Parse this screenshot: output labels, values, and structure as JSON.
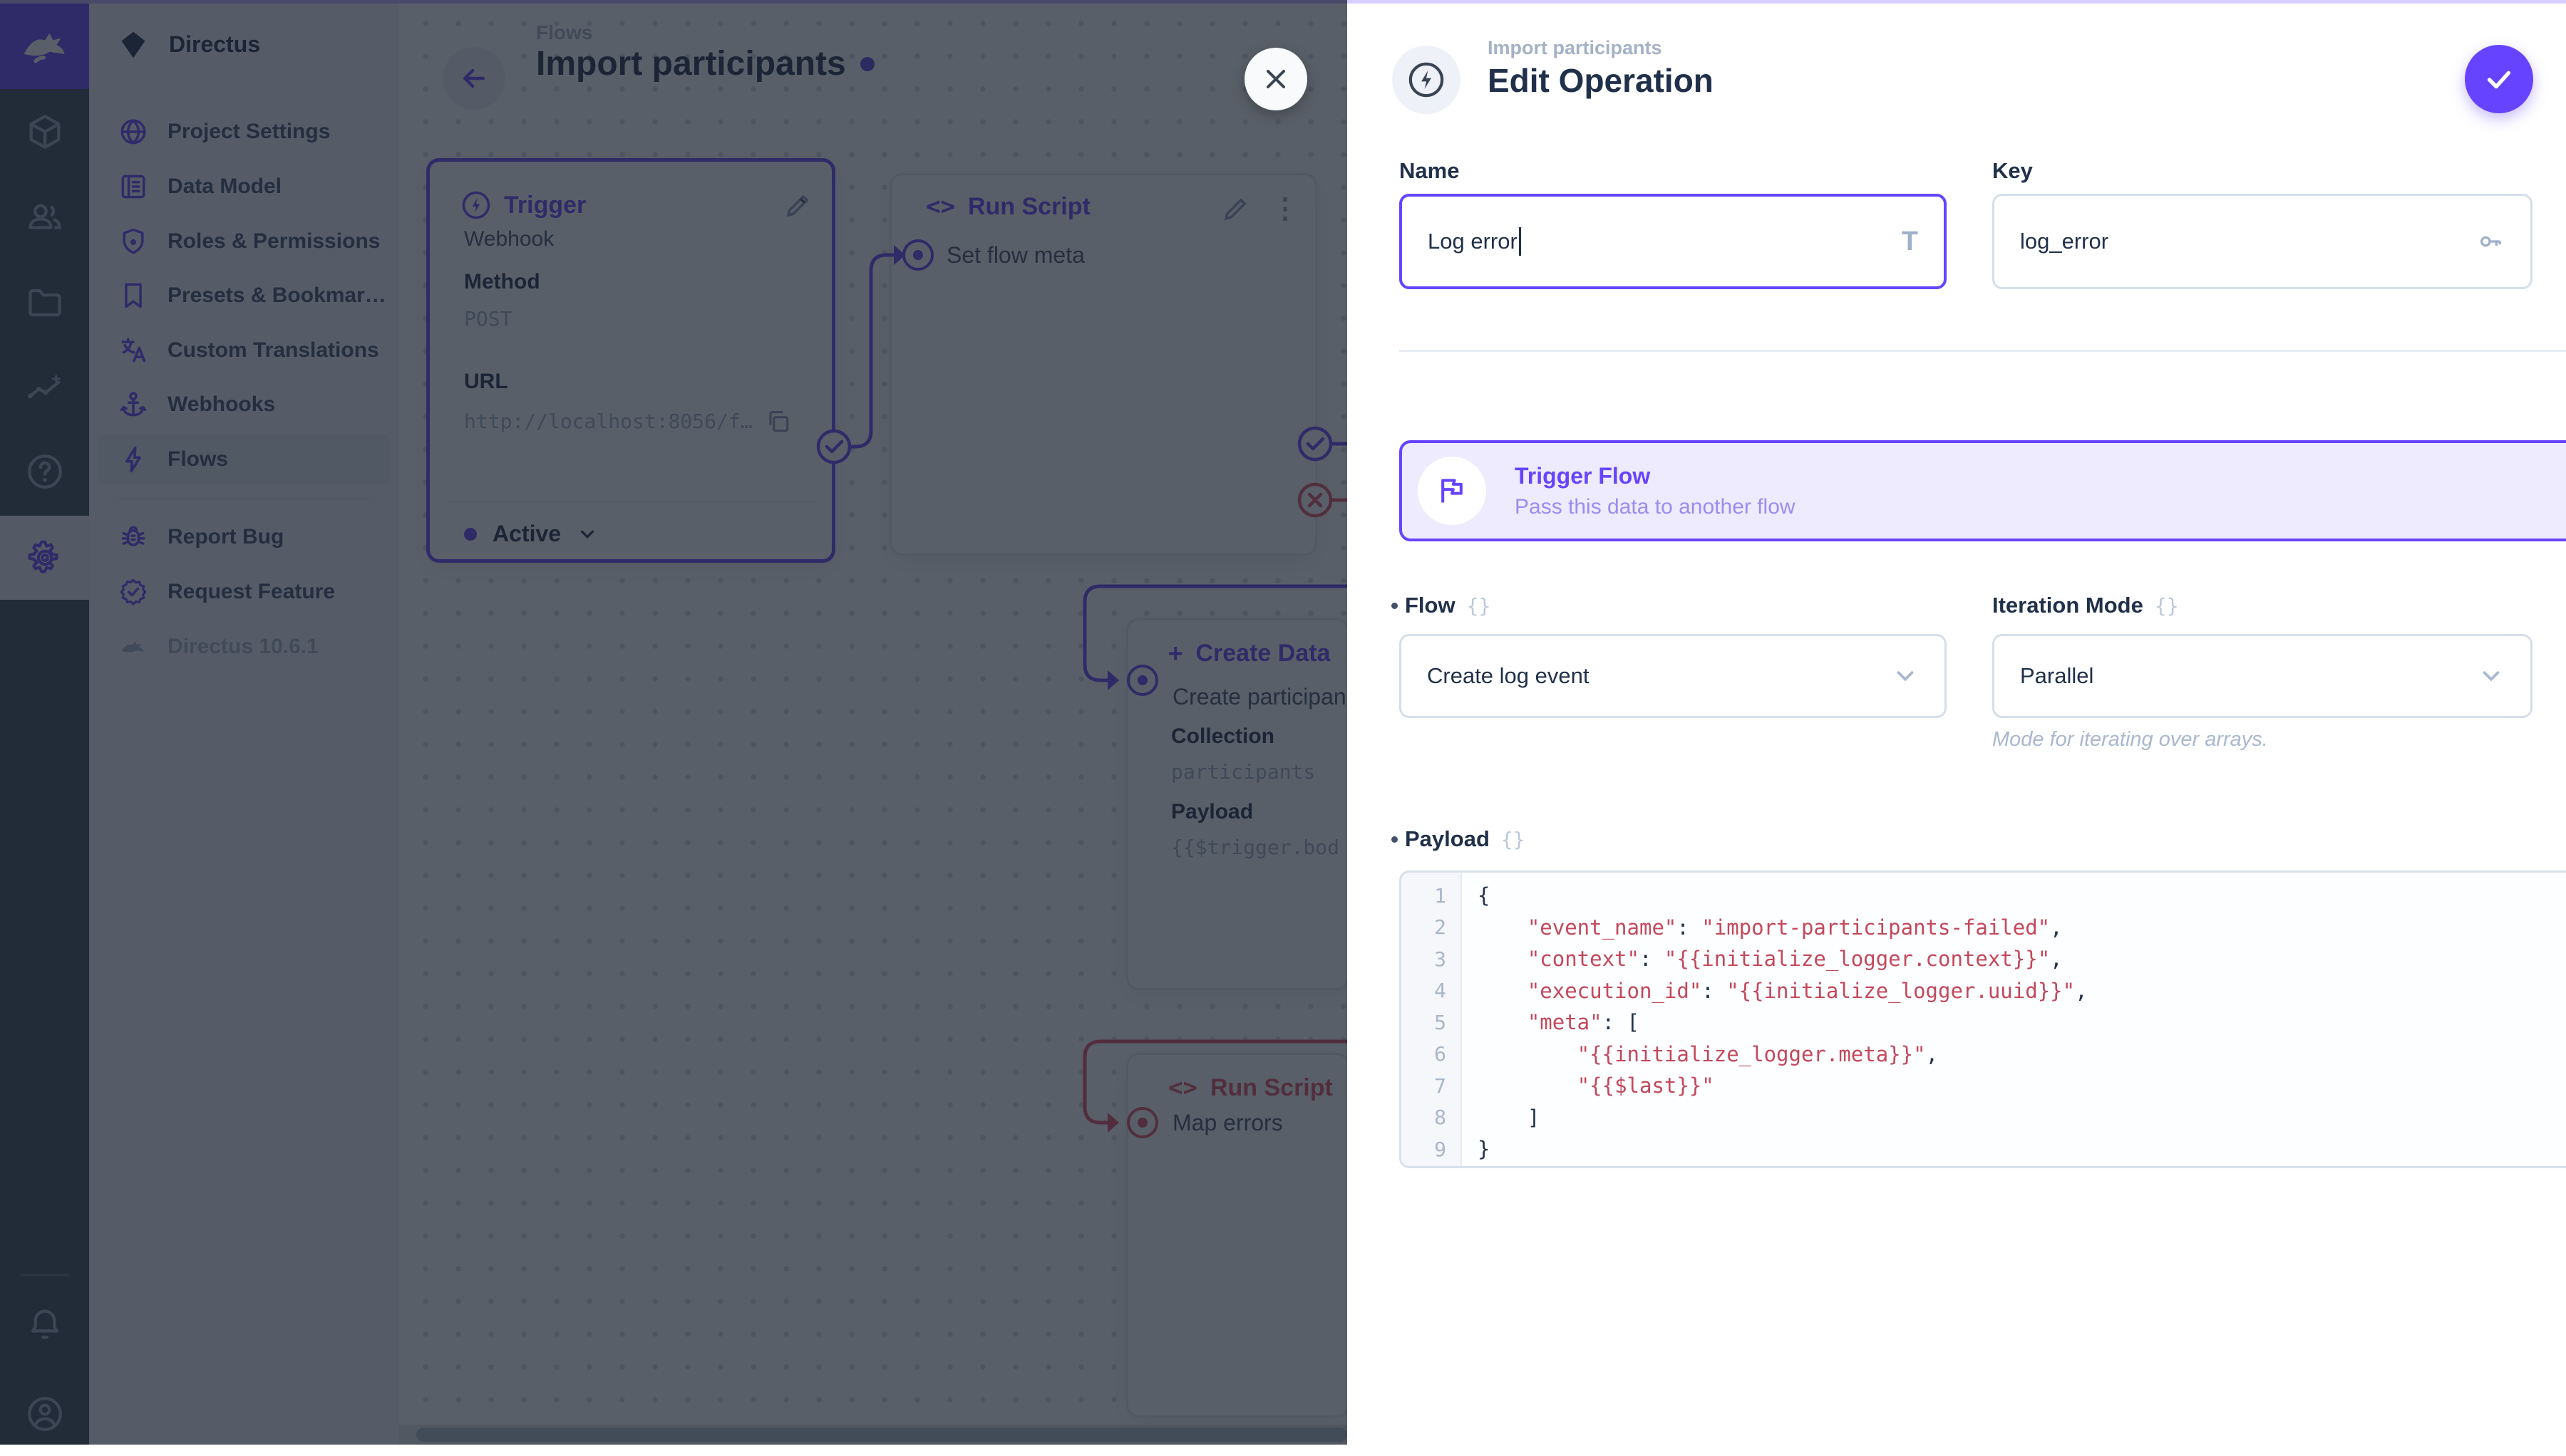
{
  "colors": {
    "accent": "#6644ff",
    "danger": "#e35169",
    "code_string_red": "#c4485c"
  },
  "module_bar": {
    "modules": [
      {
        "icon": "box-icon"
      },
      {
        "icon": "users-icon"
      },
      {
        "icon": "folder-icon"
      },
      {
        "icon": "insights-icon"
      },
      {
        "icon": "help-icon"
      },
      {
        "icon": "settings-gear-icon",
        "active": true
      }
    ],
    "bottom": [
      {
        "icon": "bell-icon"
      },
      {
        "icon": "user-avatar-icon"
      }
    ],
    "logo_icon": "directus-rabbit-icon"
  },
  "nav": {
    "project_name": "Directus",
    "project_icon": "diamond-icon",
    "items": [
      {
        "icon": "globe-icon",
        "label": "Project Settings"
      },
      {
        "icon": "data-model-icon",
        "label": "Data Model"
      },
      {
        "icon": "shield-icon",
        "label": "Roles & Permissions"
      },
      {
        "icon": "bookmark-icon",
        "label": "Presets & Bookmar…"
      },
      {
        "icon": "translate-icon",
        "label": "Custom Translations"
      },
      {
        "icon": "anchor-icon",
        "label": "Webhooks"
      },
      {
        "icon": "bolt-icon",
        "label": "Flows",
        "active": true
      }
    ],
    "secondary_items": [
      {
        "icon": "bug-icon",
        "label": "Report Bug"
      },
      {
        "icon": "seal-check-icon",
        "label": "Request Feature"
      }
    ],
    "version": "Directus 10.6.1"
  },
  "canvas": {
    "breadcrumb": "Flows",
    "title": "Import participants",
    "trigger_node": {
      "title": "Trigger",
      "type": "Webhook",
      "method_label": "Method",
      "method_value": "POST",
      "url_label": "URL",
      "url_value": "http://localhost:8056/f…",
      "status": "Active"
    },
    "run_script_node": {
      "title": "Run Script",
      "icon_glyph": "<>",
      "input_label": "Set flow meta"
    },
    "create_data_node": {
      "title": "Create Data",
      "icon_glyph": "+",
      "input_label": "Create participan",
      "collection_label": "Collection",
      "collection_value": "participants",
      "payload_label": "Payload",
      "payload_value": "{{$trigger.bod"
    },
    "run_script2_node": {
      "title": "Run Script",
      "icon_glyph": "<>",
      "input_label": "Map errors"
    }
  },
  "drawer": {
    "breadcrumb": "Import participants",
    "title": "Edit Operation",
    "name_field": {
      "label": "Name",
      "value": "Log error"
    },
    "key_field": {
      "label": "Key",
      "value": "log_error"
    },
    "banner": {
      "title": "Trigger Flow",
      "subtitle": "Pass this data to another flow"
    },
    "flow_field": {
      "label": "Flow",
      "value": "Create log event"
    },
    "iteration_field": {
      "label": "Iteration Mode",
      "value": "Parallel",
      "note": "Mode for iterating over arrays."
    },
    "payload_field": {
      "label": "Payload",
      "lines": [
        "{",
        "    \"event_name\": \"import-participants-failed\",",
        "    \"context\": \"{{initialize_logger.context}}\",",
        "    \"execution_id\": \"{{initialize_logger.uuid}}\",",
        "    \"meta\": [",
        "        \"{{initialize_logger.meta}}\",",
        "        \"{{$last}}\"",
        "    ]",
        "}"
      ]
    }
  }
}
